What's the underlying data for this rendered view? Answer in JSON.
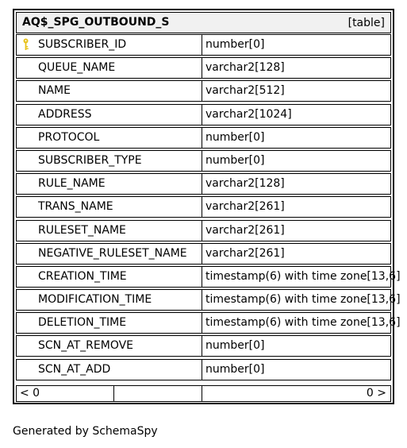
{
  "table": {
    "name": "AQ$_SPG_OUTBOUND_S",
    "type_label": "[table]",
    "columns": [
      {
        "name": "SUBSCRIBER_ID",
        "type": "number[0]",
        "primary_key": true
      },
      {
        "name": "QUEUE_NAME",
        "type": "varchar2[128]"
      },
      {
        "name": "NAME",
        "type": "varchar2[512]"
      },
      {
        "name": "ADDRESS",
        "type": "varchar2[1024]"
      },
      {
        "name": "PROTOCOL",
        "type": "number[0]"
      },
      {
        "name": "SUBSCRIBER_TYPE",
        "type": "number[0]"
      },
      {
        "name": "RULE_NAME",
        "type": "varchar2[128]"
      },
      {
        "name": "TRANS_NAME",
        "type": "varchar2[261]"
      },
      {
        "name": "RULESET_NAME",
        "type": "varchar2[261]"
      },
      {
        "name": "NEGATIVE_RULESET_NAME",
        "type": "varchar2[261]"
      },
      {
        "name": "CREATION_TIME",
        "type": "timestamp(6) with time zone[13,6]"
      },
      {
        "name": "MODIFICATION_TIME",
        "type": "timestamp(6) with time zone[13,6]"
      },
      {
        "name": "DELETION_TIME",
        "type": "timestamp(6) with time zone[13,6]"
      },
      {
        "name": "SCN_AT_REMOVE",
        "type": "number[0]"
      },
      {
        "name": "SCN_AT_ADD",
        "type": "number[0]"
      }
    ],
    "footer": {
      "parents": "< 0",
      "children": "0 >"
    }
  },
  "credit": "Generated by SchemaSpy",
  "colors": {
    "header_bg": "#f1f1f1",
    "key_icon": "#e8c21a",
    "border": "#000000"
  },
  "icons": {
    "primary_key": "key-icon"
  }
}
